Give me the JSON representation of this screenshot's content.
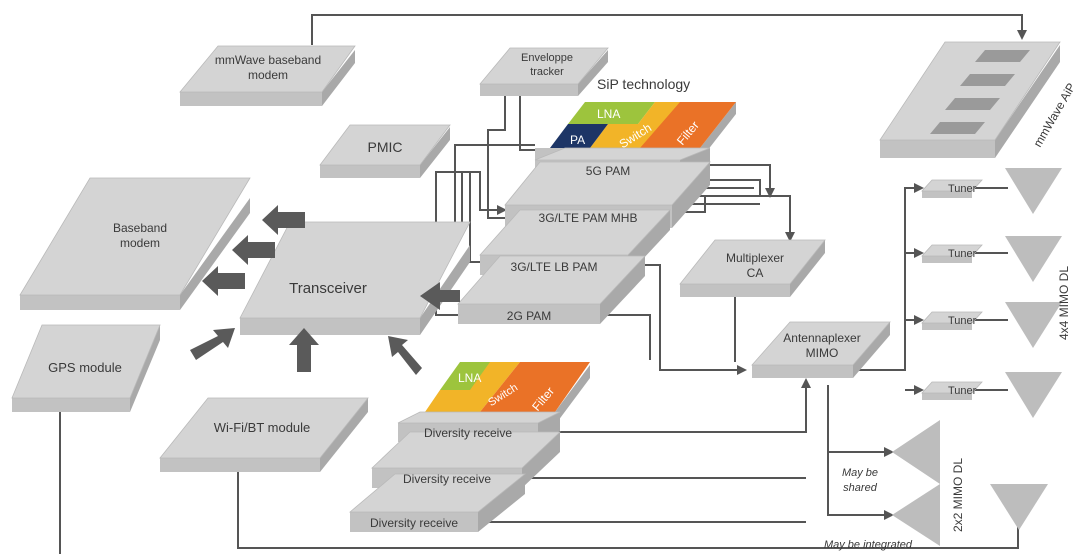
{
  "blocks": {
    "mmwave_baseband": "mmWave baseband\nmodem",
    "envelope_tracker": "Enveloppe\ntracker",
    "sip_title": "SiP technology",
    "lna": "LNA",
    "pa": "PA",
    "switch": "Switch",
    "filter": "Filter",
    "pam_5g": "5G PAM",
    "pmic": "PMIC",
    "baseband_modem": "Baseband\nmodem",
    "transceiver": "Transceiver",
    "pam_mhb": "3G/LTE PAM MHB",
    "pam_lb": "3G/LTE LB PAM",
    "pam_2g": "2G PAM",
    "multiplexer": "Multiplexer\nCA",
    "antennaplexer": "Antennaplexer\nMIMO",
    "gps": "GPS module",
    "wifi_bt": "Wi-Fi/BT module",
    "diversity_receive": "Diversity receive",
    "mmwave_aip": "mmWave AiP",
    "tuner": "Tuner",
    "mimo_4x4": "4x4 MIMO DL",
    "mimo_2x2": "2x2 MIMO DL",
    "may_be_shared": "May be\nshared",
    "may_be_integrated": "May be integrated"
  },
  "colors": {
    "lna": "#9dc43d",
    "pa": "#1d3566",
    "switch": "#f2b428",
    "filter": "#ea7227",
    "block": "#d4d4d4",
    "line": "#555555"
  }
}
